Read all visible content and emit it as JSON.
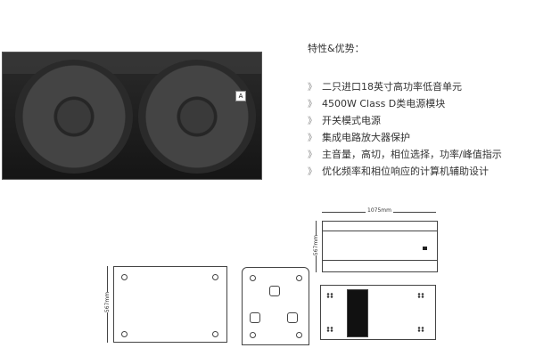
{
  "product_image": {
    "alt": "dual 18-inch subwoofer speaker front view",
    "logo_glyph": "A"
  },
  "features": {
    "heading": "特性&优势：",
    "bullet_glyph": "》",
    "items": [
      "二只进口18英寸高功率低音单元",
      "4500W Class D类电源模块",
      "开关模式电源",
      "集成电路放大器保护",
      "主音量，高切，相位选择，功率/峰值指示",
      "优化频率和相位响应的计算机辅助设计"
    ]
  },
  "drawings": {
    "width_label": "1075mm",
    "height_label_front": "567mm",
    "height_label_bottom": "567mm"
  }
}
